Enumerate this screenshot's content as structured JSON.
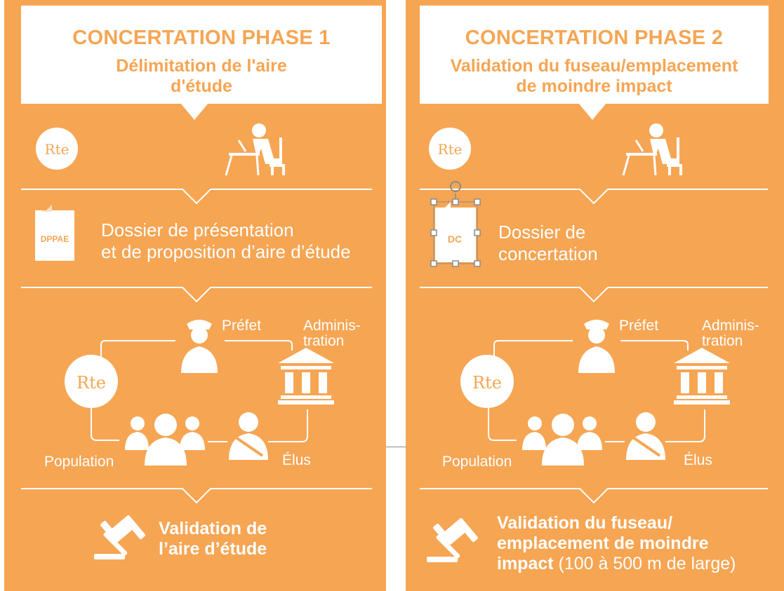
{
  "panels": [
    {
      "title": "CONCERTATION PHASE 1",
      "subtitle_lines": [
        "Délimitation de l'aire",
        "d'étude"
      ],
      "dossier_badge": "DPPAE",
      "dossier_lines": [
        "Dossier de présentation",
        "et de proposition d’aire d’étude"
      ],
      "actors": {
        "rte": "Rte",
        "prefet": "Préfet",
        "administration_lines": [
          "Adminis-",
          "tration"
        ],
        "population": "Population",
        "elus": "Élus"
      },
      "validation_bold_lines": [
        "Validation de",
        "l’aire d’étude"
      ],
      "validation_normal": ""
    },
    {
      "title": "CONCERTATION PHASE 2",
      "subtitle_lines": [
        "Validation du fuseau/emplacement",
        "de moindre impact"
      ],
      "dossier_badge": "DC",
      "dossier_lines": [
        "Dossier de",
        "concertation"
      ],
      "actors": {
        "rte": "Rte",
        "prefet": "Préfet",
        "administration_lines": [
          "Adminis-",
          "tration"
        ],
        "population": "Population",
        "elus": "Élus"
      },
      "validation_bold_lines": [
        "Validation du fuseau/",
        "emplacement de moindre",
        "impact"
      ],
      "validation_normal": " (100 à 500 m de large)"
    }
  ],
  "colors": {
    "panel": "#F6A553",
    "text": "#ffffff",
    "header": "#ffffff"
  },
  "icons": [
    "rte-logo",
    "person-at-desk-icon",
    "document-icon",
    "police-officer-icon",
    "government-building-icon",
    "group-of-people-icon",
    "elected-official-icon",
    "gavel-icon"
  ]
}
